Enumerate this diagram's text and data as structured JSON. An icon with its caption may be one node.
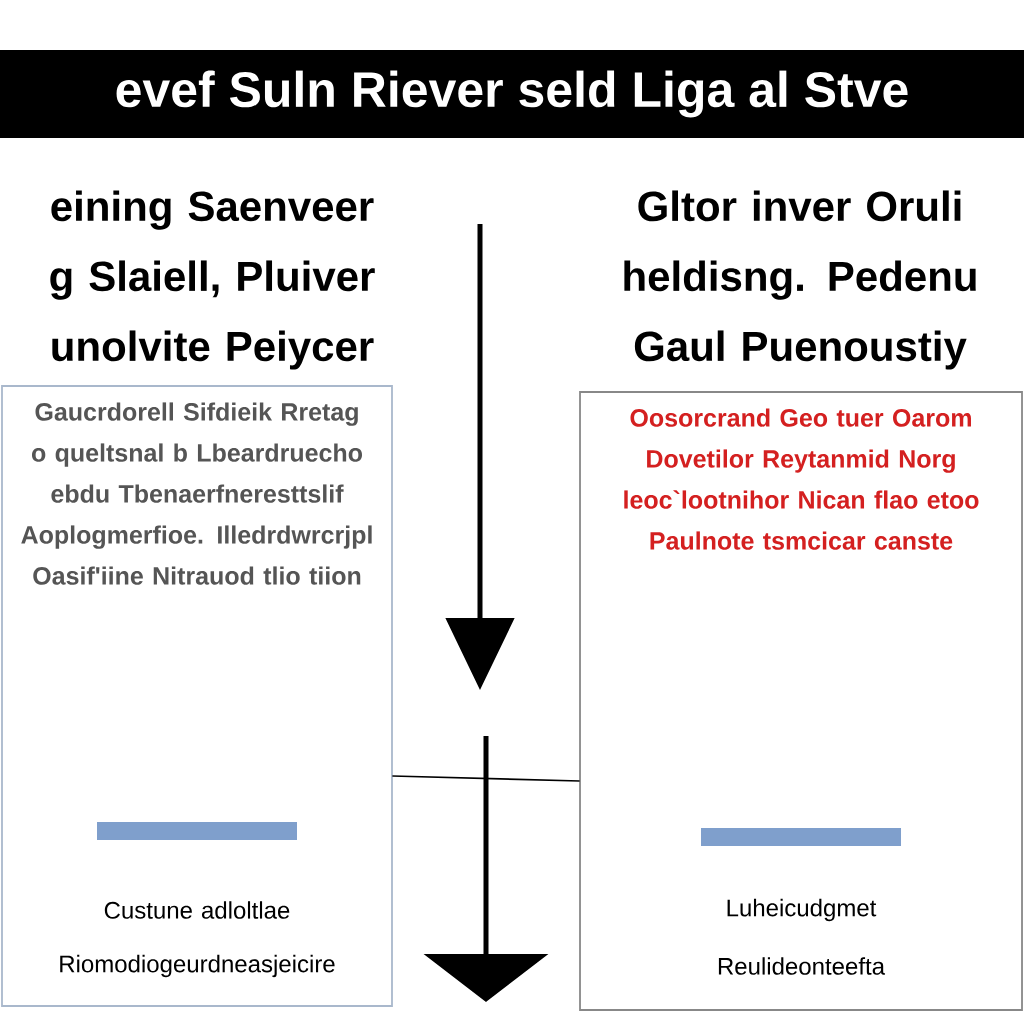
{
  "diagram": {
    "title": "evef Suln Riever seld Liga al Stve",
    "nodes": [
      {
        "text": [
          "eining Saenveer g Slaiell, Pluiver unolvite Peiycer",
          "Gaucrdorell Sifdieik Rretag o queltsnal b Lbeardruecho ebdu Tbenaerfneresttslif Aoplogmerfioe. Illedrdwrcrjpl Oasif'iine Nitrauod tlio tiion",
          "Custune adloltlae",
          "Riomodiogeurdneasjeicire"
        ]
      },
      {
        "text": [
          "Gltor inver Oruli heldisng. Pedenu Gaul Puenoustiy",
          "Oosorcrand Geo tuer Oarom Dovetilor Reytanmid Norg leoc`lootnihor Nican flao etoo Paulnote tsmcicar canste",
          "Luheicudgmet",
          "Reulideonteefta"
        ]
      }
    ],
    "edges": [
      {
        "from": 0,
        "to": 1,
        "arrow": "none"
      }
    ]
  }
}
